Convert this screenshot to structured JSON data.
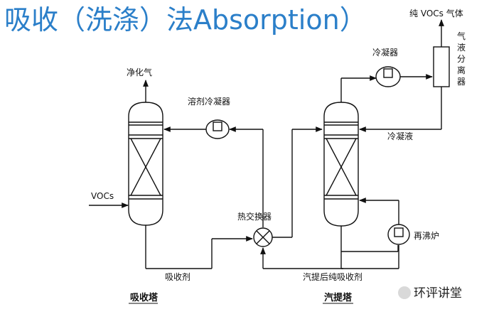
{
  "title": "吸收（洗涤）法Absorption）",
  "labels": {
    "purified_gas": "净化气",
    "solvent_condenser": "溶剂冷凝器",
    "voc_inlet": "VOCs",
    "heat_exchanger": "热交换器",
    "absorbent": "吸收剂",
    "absorption_tower": "吸收塔",
    "pure_voc_gas": "纯 VOCs 气体",
    "condenser": "冷凝器",
    "separator": [
      "气",
      "液",
      "分",
      "离",
      "器"
    ],
    "condensate": "冷凝液",
    "reboiler": "再沸炉",
    "stripped_absorbent": "汽提后纯吸收剂",
    "stripping_tower": "汽提塔"
  },
  "watermark": {
    "text": "环评讲堂",
    "icon": "wechat-icon"
  }
}
